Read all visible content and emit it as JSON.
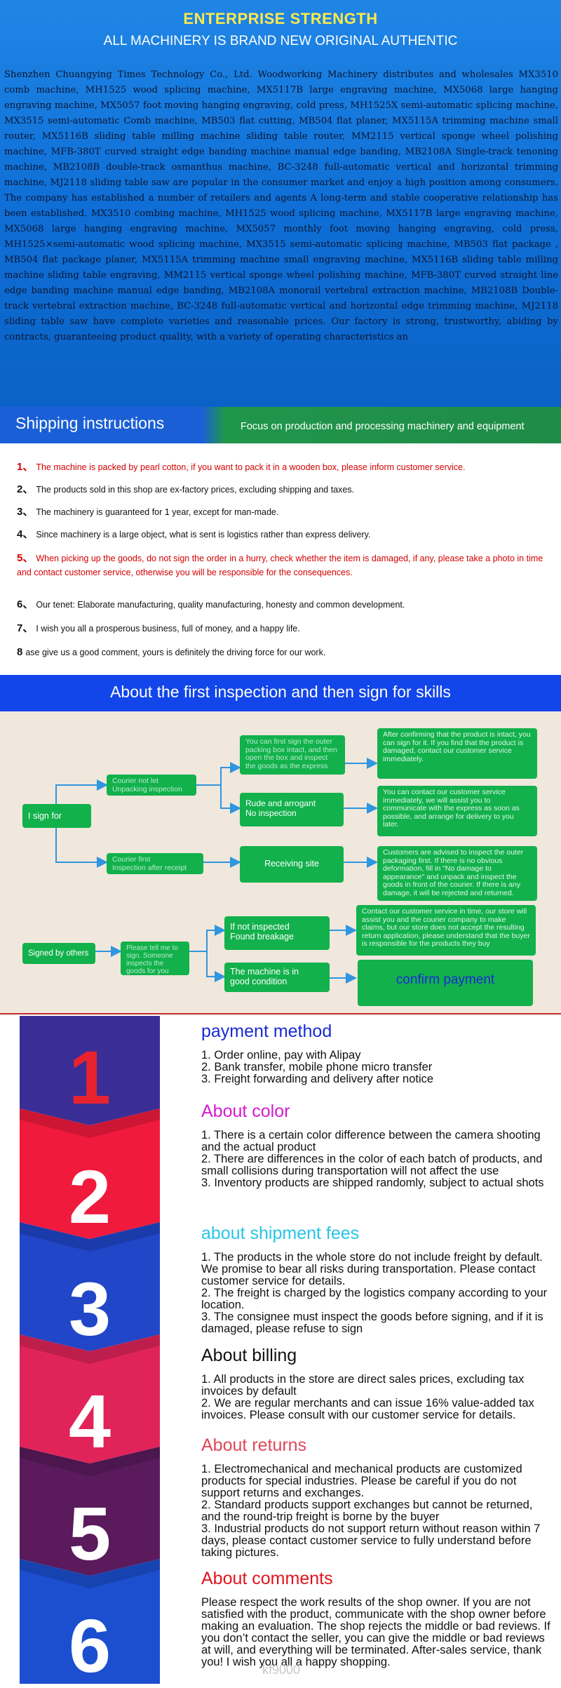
{
  "enterprise": {
    "title": "ENTERPRISE STRENGTH",
    "subtitle": "ALL MACHINERY IS BRAND NEW ORIGINAL AUTHENTIC",
    "body": "Shenzhen Chuangying Times Technology Co., Ltd. Woodworking Machinery distributes and wholesales MX3510 comb machine, MH1525 wood splicing machine, MX5117B large engraving machine, MX5068 large hanging engraving machine, MX5057 foot moving hanging engraving, cold press, MH1525X semi-automatic splicing machine, MX3515 semi-automatic Comb machine, MB503 flat cutting, MB504 flat planer, MX5115A trimming machine small router, MX5116B sliding table milling machine sliding table router, MM2115 vertical sponge wheel polishing machine, MFB-380T curved straight edge banding machine manual edge banding, MB2108A Single-track tenoning machine, MB2108B double-track osmanthus machine, BC-3248 full-automatic vertical and horizontal trimming machine, MJ2118 sliding table saw are popular in the consumer market and enjoy a high position among consumers. The company has established a number of retailers and agents A long-term and stable cooperative relationship has been established. MX3510 combing machine, MH1525 wood splicing machine, MX5117B large engraving machine, MX5068 large hanging engraving machine, MX5057 monthly foot moving hanging engraving, cold press, MH1525×semi-automatic wood splicing machine, MX3515 semi-automatic splicing machine, MB503 flat package , MB504 flat package planer, MX5115A trimming machine small engraving machine, MX5116B sliding table milling machine sliding table engraving, MM2115 vertical sponge wheel polishing machine, MFB-380T curved straight line edge banding machine manual edge banding, MB2108A monorail vertebral extraction machine, MB2108B Double-track vertebral extraction machine, BC-3248 full-automatic vertical and horizontal edge trimming machine, MJ2118 sliding table saw have complete varieties and reasonable prices. Our factory is strong, trustworthy, abiding by contracts, guaranteeing product quality, with a variety of operating characteristics an"
  },
  "shipping": {
    "title": "Shipping instructions",
    "focus": "Focus on production and processing machinery and equipment",
    "items": [
      {
        "num": "1、",
        "text": "The machine is packed by pearl cotton, if you want to pack it in a wooden box, please inform customer service."
      },
      {
        "num": "2、",
        "text": "The products sold in this shop are ex-factory prices, excluding shipping and taxes."
      },
      {
        "num": "3、",
        "text": "The machinery is guaranteed for 1 year, except for man-made."
      },
      {
        "num": "4、",
        "text": "Since machinery is a large object, what is sent is logistics rather than express delivery."
      },
      {
        "num": "5、",
        "text": "When picking up the goods, do not sign the order in a hurry, check whether the item is damaged, if any, please take a photo in time and contact customer service, otherwise you will be responsible for the consequences."
      },
      {
        "num": "6、",
        "text": "Our tenet: Elaborate manufacturing, quality manufacturing, honesty and common development."
      },
      {
        "num": "7、",
        "text": "I wish you all a prosperous business, full of money, and a happy life."
      },
      {
        "num": "8",
        "text": "ase give us a good comment, yours is definitely the driving force for our work."
      }
    ]
  },
  "inspection": {
    "title": "About the first inspection and then sign for skills",
    "i_sign_for": "I sign for",
    "courier_not_let": "Courier not let\nUnpacking inspection",
    "sign_outer": "You can first sign the outer packing box intact, and then open the box and inspect the goods as the express",
    "after_confirming": "After confirming that the product is intact, you can sign for it. If you find that the product is damaged, contact our customer service immediately.",
    "rude": "Rude and arrogant\nNo inspection",
    "contact_cs": "You can contact our customer service immediately, we will assist you to communicate with the express as soon as possible, and arrange for delivery to you later.",
    "courier_first": "Courier first\nInspection after receipt",
    "receiving_site": "Receiving site",
    "customers_advised": "Customers are advised to inspect the outer packaging first. If there is no obvious deformation, fill in \"No damage to appearance\" and unpack and inspect the goods in front of the courier. If there is any damage, it will be rejected and returned.",
    "signed_by_others": "Signed by others",
    "please_tell": "Please tell me to sign. Someone inspects the goods for you",
    "not_inspected": "If not inspected\nFound breakage",
    "contact_online": "Contact our customer service in time, our store will assist you and the courier company to make claims, but our store does not accept the resulting return application, please understand that the buyer is responsible for the products they buy",
    "good_condition": "The machine is in\ngood condition",
    "confirm_payment": "confirm payment",
    "colors": {
      "box": "#12b14c",
      "arrow": "#2f96e0",
      "bg": "#f0e7dd"
    }
  },
  "info": {
    "ribbon_numbers": [
      "1",
      "2",
      "3",
      "4",
      "5",
      "6"
    ],
    "sections": [
      {
        "heading": "payment method",
        "color": "#1a2ad6",
        "lines": "1. Order online, pay with Alipay\n2. Bank transfer, mobile phone micro transfer\n3. Freight forwarding and delivery after notice"
      },
      {
        "heading": "About color",
        "color": "#d61ad3",
        "lines": "1. There is a certain color difference between the camera shooting and the actual product\n2. There are differences in the color of each batch of products, and small collisions during transportation will not affect the use\n3. Inventory products are shipped randomly, subject to actual shots"
      },
      {
        "heading": "about shipment fees",
        "color": "#27c6e6",
        "lines": "1. The products in the whole store do not include freight by default. We promise to bear all risks during transportation. Please contact customer service for details.\n2. The freight is charged by the logistics company according to your location.\n3. The consignee must inspect the goods before signing, and if it is damaged, please refuse to sign"
      },
      {
        "heading": "About billing",
        "color": "#111111",
        "lines": "1. All products in the store are direct sales prices, excluding tax invoices by default\n2. We are regular merchants and can issue 16% value-added tax invoices. Please consult with our customer service for details."
      },
      {
        "heading": "About returns",
        "color": "#e0475a",
        "lines": "1. Electromechanical and mechanical products are customized products for special industries. Please be careful if you do not support returns and exchanges.\n2. Standard products support exchanges but cannot be returned, and the round-trip freight is borne by the buyer\n3. Industrial products do not support return without reason within 7 days, please contact customer service to fully understand before taking pictures."
      },
      {
        "heading": "About comments",
        "color": "#e0141e",
        "lines": "Please respect the work results of the shop owner. If you are not satisfied with the product, communicate with the shop owner before making an evaluation. The shop rejects the middle or bad reviews. If you don’t contact the seller, you can give the middle or bad reviews at will, and everything will be terminated. After-sales service, thank you! I wish you all a happy shopping."
      }
    ],
    "watermark": "kf9000"
  }
}
